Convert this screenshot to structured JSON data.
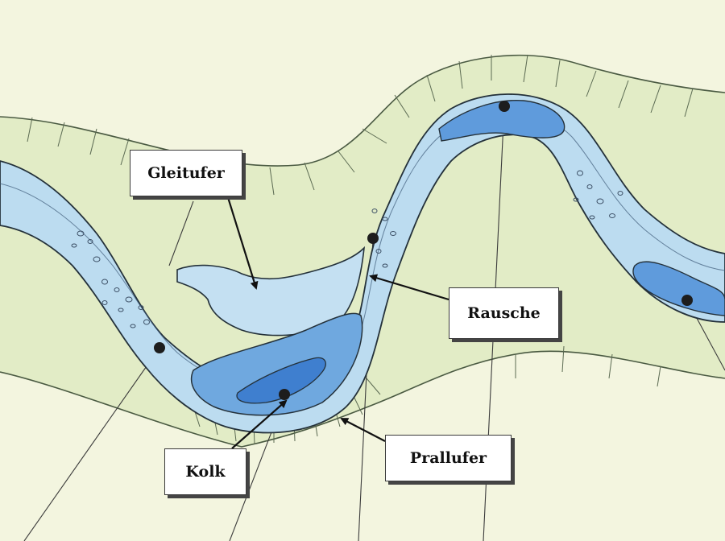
{
  "labels": {
    "gleitufer": "Gleitufer",
    "rausche": "Rausche",
    "prallufer": "Prallufer",
    "kolk": "Kolk"
  },
  "colors": {
    "background": "#f3f5df",
    "meadow": "#e9efcf",
    "bank_green": "#d3e3b2",
    "water_light": "#b9dbef",
    "water_mid": "#8cc0e6",
    "water_deep": "#4f8fd6",
    "outline": "#2e3a2e",
    "label_bg": "#ffffff"
  },
  "icons": [
    "marker-dot-icon",
    "arrow-icon"
  ]
}
